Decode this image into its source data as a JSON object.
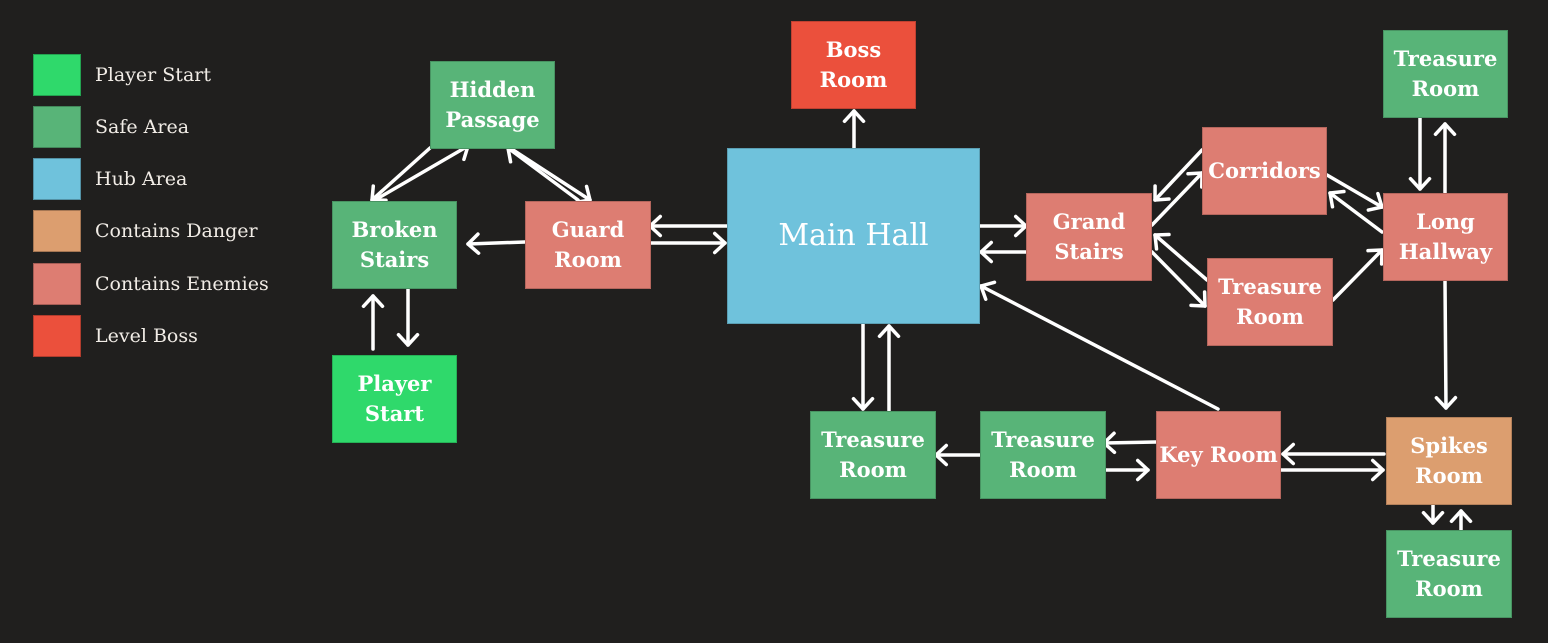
{
  "colors": {
    "background": "#201f1e",
    "player_start": "#2fd96b",
    "safe": "#58b478",
    "hub": "#6fc2dc",
    "danger": "#dc9e6f",
    "enemies": "#dd7d72",
    "boss": "#eb503c",
    "edge": "#ffffff"
  },
  "legend": [
    {
      "key": "player_start",
      "label": "Player Start"
    },
    {
      "key": "safe",
      "label": "Safe Area"
    },
    {
      "key": "hub",
      "label": "Hub Area"
    },
    {
      "key": "danger",
      "label": "Contains Danger"
    },
    {
      "key": "enemies",
      "label": "Contains Enemies"
    },
    {
      "key": "boss",
      "label": "Level Boss"
    }
  ],
  "rooms": [
    {
      "id": "hidden_passage",
      "label": "Hidden\nPassage",
      "type": "safe"
    },
    {
      "id": "broken_stairs",
      "label": "Broken\nStairs",
      "type": "safe"
    },
    {
      "id": "player_start",
      "label": "Player\nStart",
      "type": "player_start"
    },
    {
      "id": "guard_room",
      "label": "Guard\nRoom",
      "type": "enemies"
    },
    {
      "id": "boss_room",
      "label": "Boss\nRoom",
      "type": "boss"
    },
    {
      "id": "main_hall",
      "label": "Main Hall",
      "type": "hub"
    },
    {
      "id": "grand_stairs",
      "label": "Grand\nStairs",
      "type": "enemies"
    },
    {
      "id": "corridors",
      "label": "Corridors",
      "type": "enemies"
    },
    {
      "id": "treasure_room_mid",
      "label": "Treasure\nRoom",
      "type": "enemies"
    },
    {
      "id": "treasure_room_top",
      "label": "Treasure\nRoom",
      "type": "safe"
    },
    {
      "id": "long_hallway",
      "label": "Long\nHallway",
      "type": "enemies"
    },
    {
      "id": "spikes_room",
      "label": "Spikes\nRoom",
      "type": "danger"
    },
    {
      "id": "treasure_room_bottom_right",
      "label": "Treasure\nRoom",
      "type": "safe"
    },
    {
      "id": "key_room",
      "label": "Key Room",
      "type": "enemies"
    },
    {
      "id": "treasure_room_bottom_mid",
      "label": "Treasure\nRoom",
      "type": "safe"
    },
    {
      "id": "treasure_room_bottom_left",
      "label": "Treasure\nRoom",
      "type": "safe"
    }
  ],
  "connections": [
    {
      "from": "broken_stairs",
      "to": "hidden_passage"
    },
    {
      "from": "hidden_passage",
      "to": "broken_stairs"
    },
    {
      "from": "hidden_passage",
      "to": "guard_room"
    },
    {
      "from": "guard_room",
      "to": "hidden_passage"
    },
    {
      "from": "guard_room",
      "to": "broken_stairs"
    },
    {
      "from": "broken_stairs",
      "to": "player_start"
    },
    {
      "from": "player_start",
      "to": "broken_stairs"
    },
    {
      "from": "main_hall",
      "to": "guard_room"
    },
    {
      "from": "guard_room",
      "to": "main_hall"
    },
    {
      "from": "main_hall",
      "to": "boss_room"
    },
    {
      "from": "main_hall",
      "to": "grand_stairs"
    },
    {
      "from": "grand_stairs",
      "to": "main_hall"
    },
    {
      "from": "corridors",
      "to": "grand_stairs"
    },
    {
      "from": "grand_stairs",
      "to": "corridors"
    },
    {
      "from": "treasure_room_mid",
      "to": "grand_stairs"
    },
    {
      "from": "grand_stairs",
      "to": "treasure_room_mid"
    },
    {
      "from": "corridors",
      "to": "long_hallway"
    },
    {
      "from": "long_hallway",
      "to": "corridors"
    },
    {
      "from": "treasure_room_mid",
      "to": "long_hallway"
    },
    {
      "from": "treasure_room_top",
      "to": "long_hallway"
    },
    {
      "from": "long_hallway",
      "to": "treasure_room_top"
    },
    {
      "from": "long_hallway",
      "to": "spikes_room"
    },
    {
      "from": "spikes_room",
      "to": "key_room"
    },
    {
      "from": "key_room",
      "to": "spikes_room"
    },
    {
      "from": "spikes_room",
      "to": "treasure_room_bottom_right"
    },
    {
      "from": "treasure_room_bottom_right",
      "to": "spikes_room"
    },
    {
      "from": "key_room",
      "to": "main_hall"
    },
    {
      "from": "key_room",
      "to": "treasure_room_bottom_mid"
    },
    {
      "from": "treasure_room_bottom_mid",
      "to": "key_room"
    },
    {
      "from": "treasure_room_bottom_mid",
      "to": "treasure_room_bottom_left"
    },
    {
      "from": "main_hall",
      "to": "treasure_room_bottom_left"
    },
    {
      "from": "treasure_room_bottom_left",
      "to": "main_hall"
    }
  ]
}
